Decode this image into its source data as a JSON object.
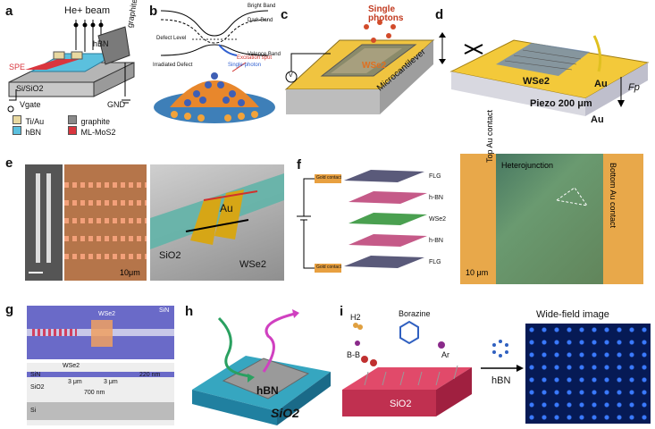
{
  "panels": {
    "a": {
      "label": "a",
      "beam": "He+ beam",
      "hbn": "hBN",
      "graphite": "graphite",
      "spe": "SPE",
      "substrate": "Si/SiO2",
      "vgate": "Vgate",
      "gnd": "GND",
      "legend": [
        "Ti/Au",
        "graphite",
        "hBN",
        "ML-MoS2"
      ],
      "legend_colors": [
        "#e8d8a0",
        "#8a8a8a",
        "#5bc0de",
        "#d9363e"
      ]
    },
    "b": {
      "label": "b",
      "band_labels": [
        "Bright Band",
        "Dark Band",
        "Valence Band"
      ],
      "defect_level": "Defect Level",
      "irradiated": "Irradiated Defect",
      "single_photon": "Single-photon",
      "excitation": "Excitation spot"
    },
    "c": {
      "label": "c",
      "single_photons": "Single photons",
      "material": "WSe2",
      "cantilever": "Microcantilever",
      "v": "V"
    },
    "d": {
      "label": "d",
      "material": "WSe2",
      "au_top": "Au",
      "piezo": "Piezo 200 μm",
      "au_bottom": "Au",
      "force": "Fp"
    },
    "e": {
      "label": "e",
      "scale": "10μm",
      "au": "Au",
      "sio2": "SiO2",
      "wse2": "WSe2"
    },
    "f": {
      "label": "f",
      "layers": [
        "FLG",
        "h-BN",
        "WSe2",
        "h-BN",
        "FLG"
      ],
      "gold_contact": "Gold contact",
      "top_contact": "Top Au contact",
      "bottom_contact": "Bottom Au contact",
      "heterojunction": "Heterojunction",
      "scale": "10 μm"
    },
    "g": {
      "label": "g",
      "sin": "SiN",
      "wse2": "WSe2",
      "thickness": "220 nm",
      "dim1": "3 μm",
      "dim2": "3 μm",
      "dim3": "700 nm",
      "sio2": "SiO2",
      "si": "Si"
    },
    "h": {
      "label": "h",
      "hbn": "hBN",
      "sio2": "SiO2"
    },
    "i": {
      "label": "i",
      "h2": "H2",
      "borazine": "Borazine",
      "bb": "B-B",
      "ar": "Ar",
      "sio2": "SiO2",
      "hbn": "hBN",
      "widefield": "Wide-field image"
    }
  }
}
